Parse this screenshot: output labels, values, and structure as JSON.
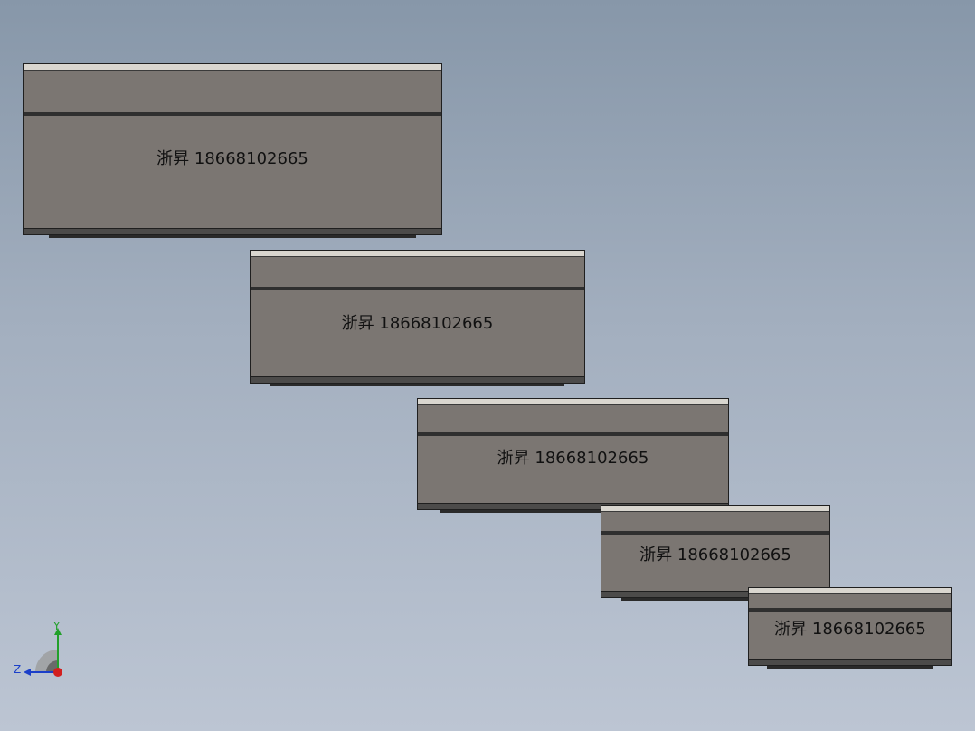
{
  "viewport": {
    "boxes": [
      {
        "label": "浙昇 18668102665"
      },
      {
        "label": "浙昇 18668102665"
      },
      {
        "label": "浙昇 18668102665"
      },
      {
        "label": "浙昇 18668102665"
      },
      {
        "label": "浙昇 18668102665"
      }
    ],
    "triad": {
      "y_label": "Y",
      "z_label": "Z",
      "icon": "view-orientation-triad-icon",
      "colors": {
        "y_axis": "#22a02a",
        "z_axis": "#1b3fc9",
        "x_axis_dot": "#d21f1f"
      }
    }
  }
}
